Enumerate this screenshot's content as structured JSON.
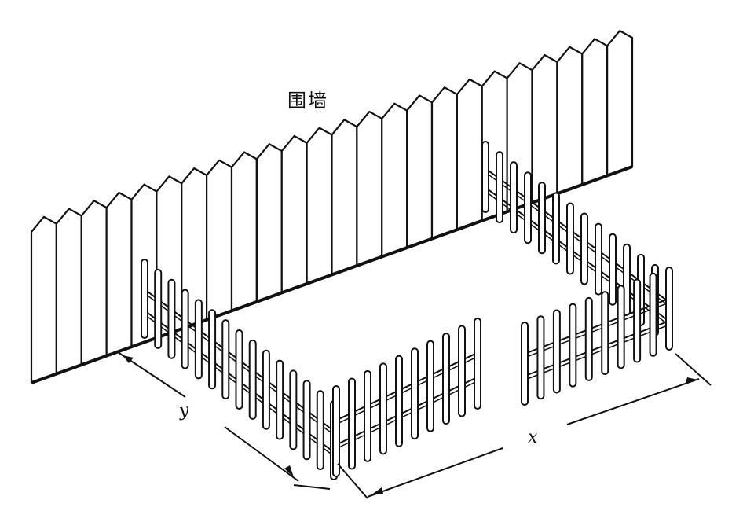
{
  "labels": {
    "wall": "围墙",
    "x_dimension": "x",
    "y_dimension": "y"
  },
  "colors": {
    "ink": "#111111",
    "background": "#ffffff"
  }
}
